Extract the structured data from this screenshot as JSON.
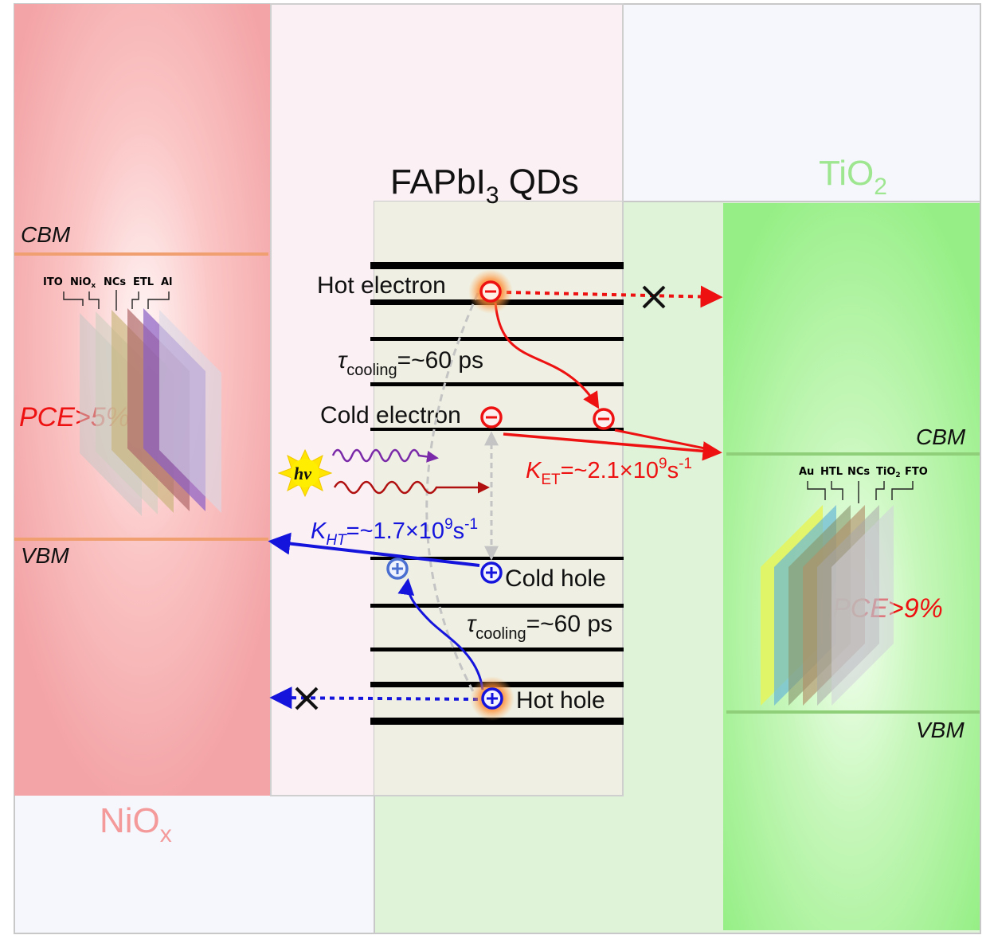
{
  "qd": {
    "title_main": "FAPbI",
    "title_sub": "3",
    "title_tail": " QDs"
  },
  "nio": {
    "label_main": "NiO",
    "label_sub": "x",
    "cbm": "CBM",
    "vbm": "VBM",
    "pce": "PCE>5%",
    "layers": [
      "ITO",
      "NiO",
      "NCs",
      "ETL",
      "Al"
    ],
    "layer_nio_sub": "x",
    "color": "#f7a8a8"
  },
  "tio2": {
    "label_main": "TiO",
    "label_sub": "2",
    "cbm": "CBM",
    "vbm": "VBM",
    "pce": "PCE>9%",
    "layers": [
      "Au",
      "HTL",
      "NCs",
      "TiO",
      "FTO"
    ],
    "layer_tio_sub": "2",
    "color": "#9cf08a"
  },
  "states": {
    "hot_electron": "Hot electron",
    "cold_electron": "Cold electron",
    "cold_hole": "Cold hole",
    "hot_hole": "Hot hole"
  },
  "rates": {
    "tau_symbol": "τ",
    "tau_sub": "cooling",
    "tau_value": "=~60 ps",
    "ket_k": "K",
    "ket_sub": "ET",
    "ket_value": "=~2.1×10",
    "ket_exp": "9",
    "ket_unit": "s",
    "ket_unit_exp": "-1",
    "kht_k": "K",
    "kht_sub": "HT",
    "kht_value": "=~1.7×10",
    "kht_exp": "9",
    "kht_unit": "s",
    "kht_unit_exp": "-1"
  },
  "photon": {
    "label": "hv"
  },
  "colors": {
    "electron": "#ee1111",
    "hole": "#1414dd",
    "pce_text": "#ee1111",
    "cooling_arrow": "#c4c4c4",
    "band_line": "#f0a070"
  }
}
